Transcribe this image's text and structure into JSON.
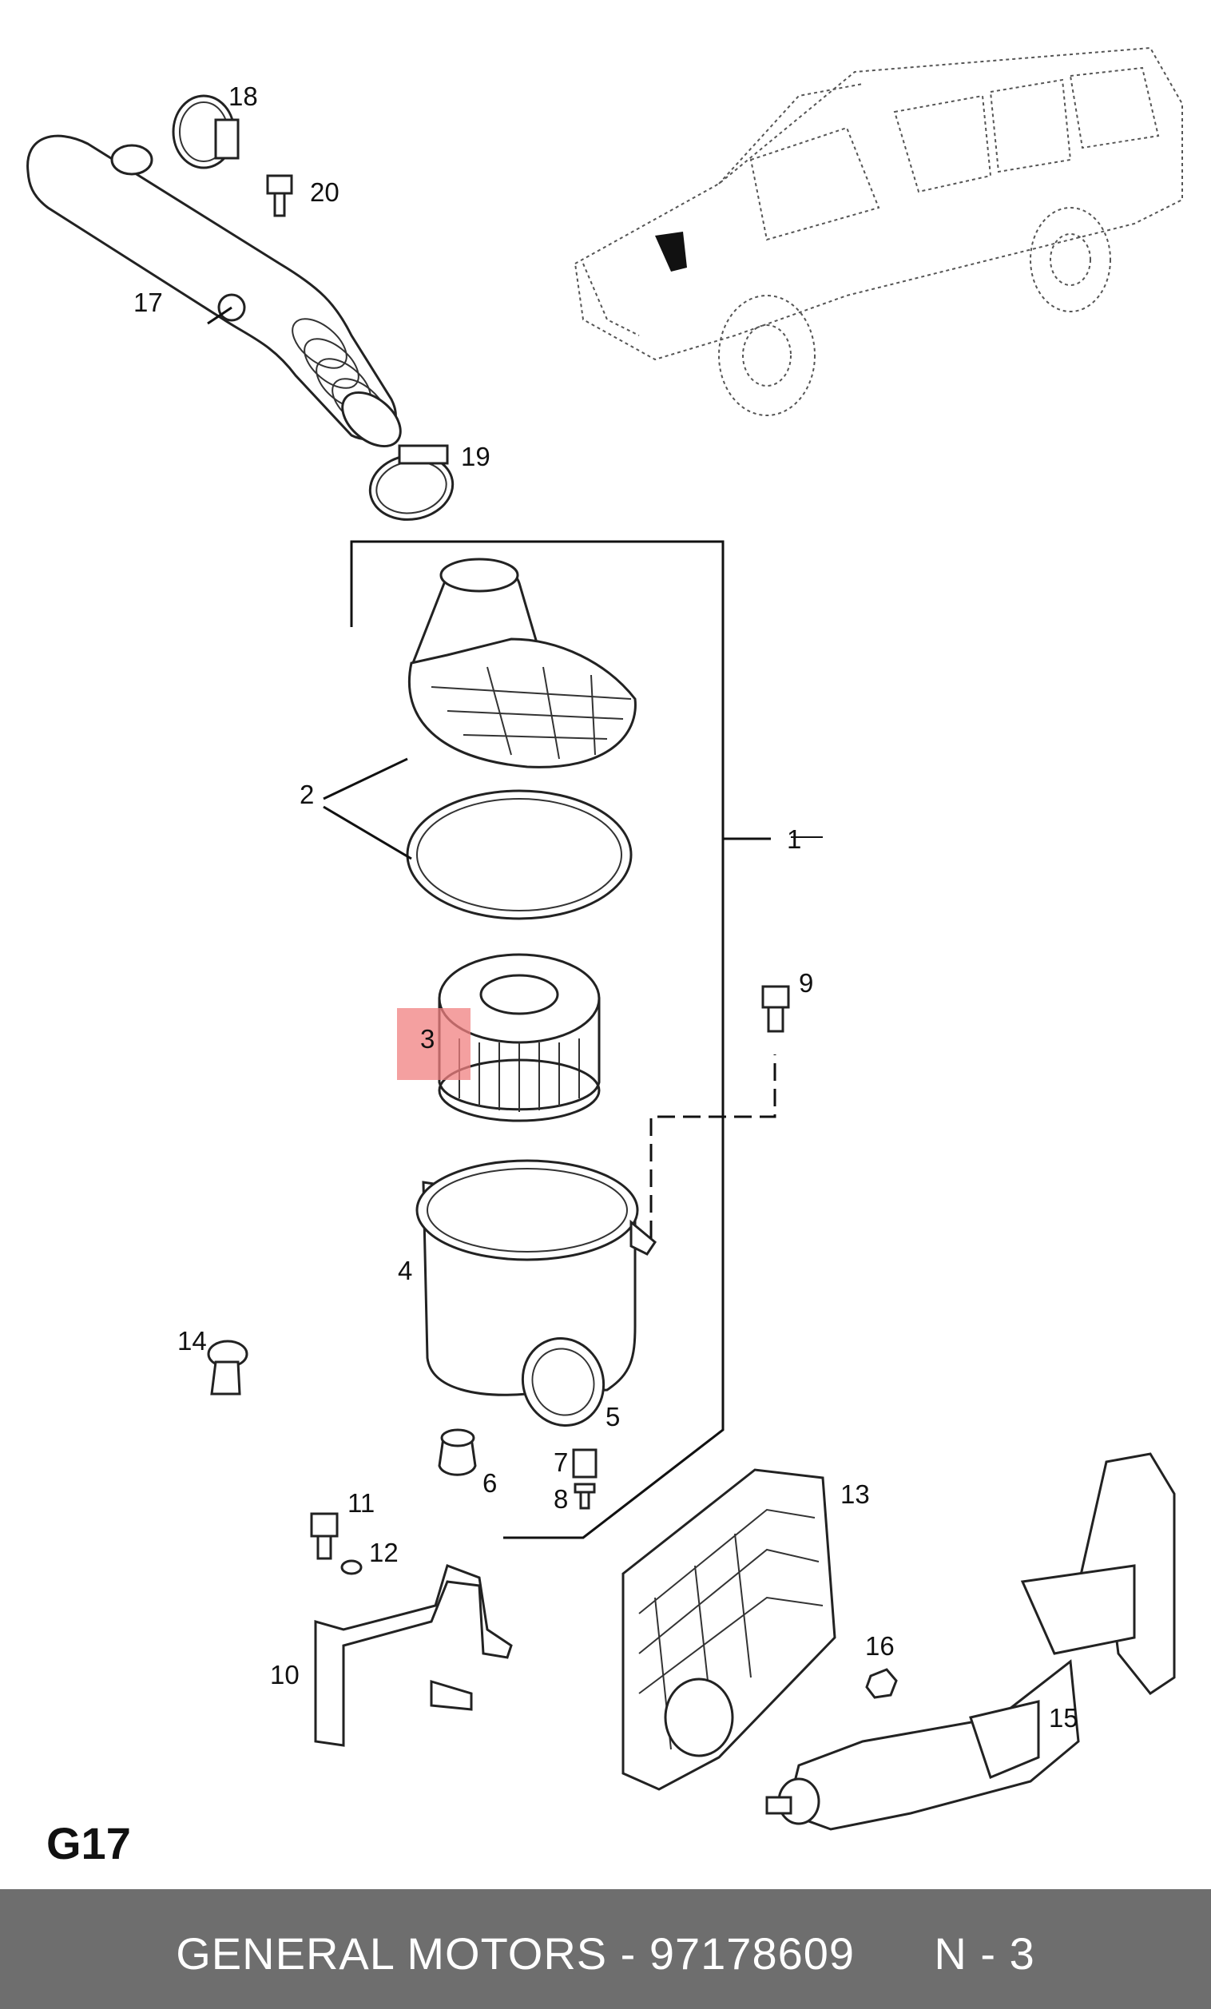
{
  "diagram": {
    "callouts": [
      {
        "id": "1",
        "text": "1"
      },
      {
        "id": "2",
        "text": "2"
      },
      {
        "id": "3",
        "text": "3"
      },
      {
        "id": "4",
        "text": "4"
      },
      {
        "id": "5",
        "text": "5"
      },
      {
        "id": "6",
        "text": "6"
      },
      {
        "id": "7",
        "text": "7"
      },
      {
        "id": "8",
        "text": "8"
      },
      {
        "id": "9",
        "text": "9"
      },
      {
        "id": "10",
        "text": "10"
      },
      {
        "id": "11",
        "text": "11"
      },
      {
        "id": "12",
        "text": "12"
      },
      {
        "id": "13",
        "text": "13"
      },
      {
        "id": "14",
        "text": "14"
      },
      {
        "id": "15",
        "text": "15"
      },
      {
        "id": "16",
        "text": "16"
      },
      {
        "id": "17",
        "text": "17"
      },
      {
        "id": "18",
        "text": "18"
      },
      {
        "id": "19",
        "text": "19"
      },
      {
        "id": "20",
        "text": "20"
      }
    ],
    "highlight_callout": "3",
    "highlight_color": "#f08080"
  },
  "page_code": "G17",
  "footer": {
    "brand": "GENERAL MOTORS",
    "separator": " - ",
    "part_number": "97178609",
    "page_ref": "N - 3"
  }
}
